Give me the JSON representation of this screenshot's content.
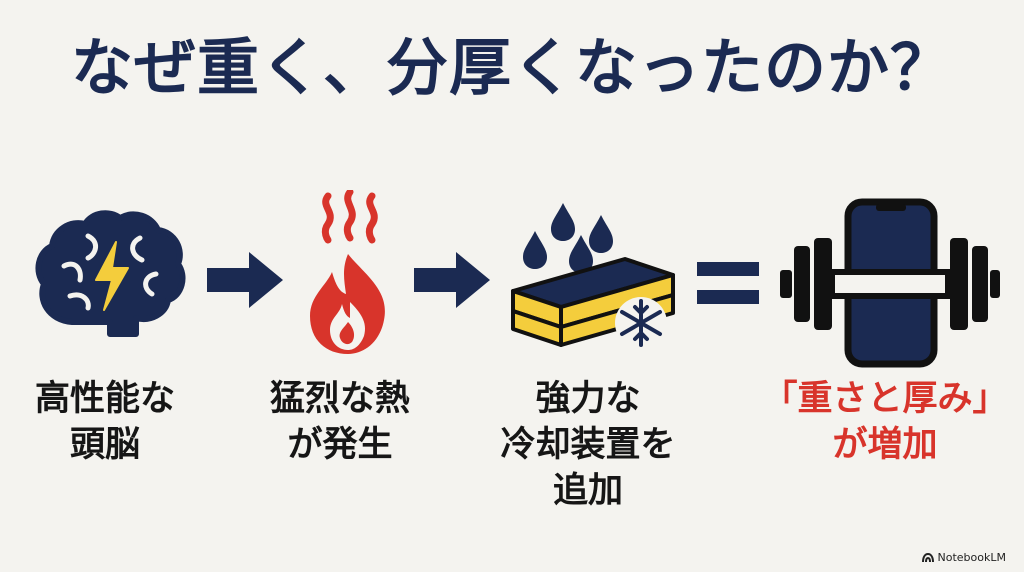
{
  "title": "なぜ重く、分厚くなったのか？",
  "steps": [
    {
      "icon": "brain-lightning-icon",
      "lines": [
        "高性能な",
        "頭脳"
      ]
    },
    {
      "icon": "flame-heat-icon",
      "lines": [
        "猛烈な熱",
        "が発生"
      ]
    },
    {
      "icon": "cooling-layers-icon",
      "lines": [
        "強力な",
        "冷却装置を",
        "追加"
      ]
    },
    {
      "icon": "phone-dumbbell-icon",
      "lines": [
        "「重さと厚み」",
        "が増加"
      ]
    }
  ],
  "colors": {
    "navy": "#1b2a52",
    "red": "#d8342b",
    "yellow": "#f4cd3c",
    "background": "#f4f3ef"
  },
  "watermark": "NotebookLM"
}
